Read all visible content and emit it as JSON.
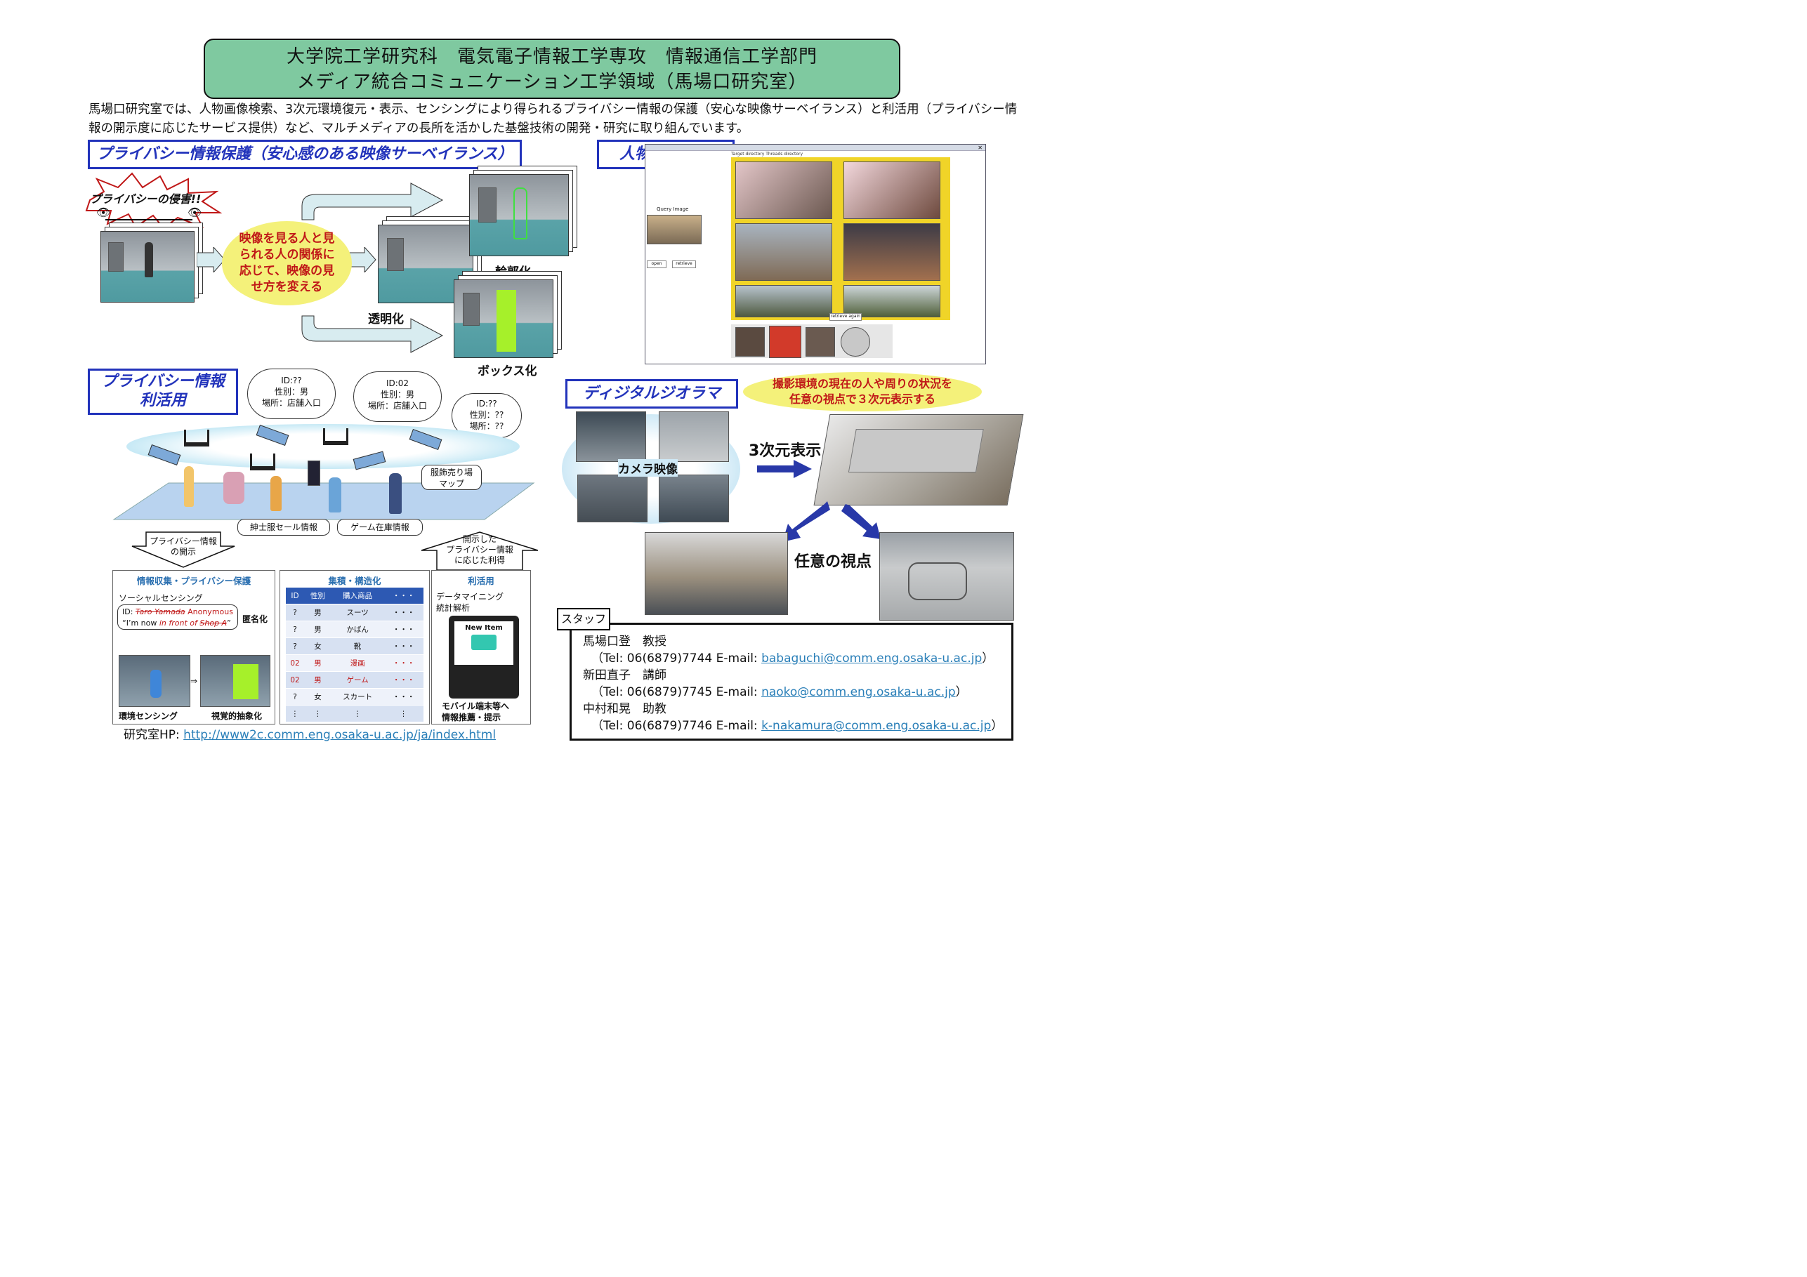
{
  "title": {
    "line1": "大学院工学研究科　電気電子情報工学専攻　情報通信工学部門",
    "line2": "メディア統合コミュニケーション工学領域（馬場口研究室）"
  },
  "intro": "馬場口研究室では、人物画像検索、3次元環境復元・表示、センシングにより得られるプライバシー情報の保護（安心な映像サーベイランス）と利活用（プライバシー情報の開示度に応じたサービス提供）など、マルチメディアの長所を活かした基盤技術の開発・研究に取り組んでいます。",
  "privacy_protection": {
    "heading": "プライバシー情報保護（安心感のある映像サーベイランス）",
    "burst": "プライバシーの侵害!!",
    "center_text": "映像を見る人と見られる人の関係に応じて、映像の見せ方を変える",
    "label_outline": "輪郭化",
    "label_transparent": "透明化",
    "label_box": "ボックス化"
  },
  "person_search": {
    "heading": "人物画像検索",
    "query_label": "Query Image",
    "open_btn": "open",
    "retrieve_btn": "retrieve",
    "retrieve_again_btn": "retrieve again",
    "menu": "Target directory  Threads  directory"
  },
  "privacy_use": {
    "heading_line1": "プライバシー情報",
    "heading_line2": "利活用",
    "cloud1": [
      "ID:??",
      "性別：男",
      "場所：店舗入口"
    ],
    "cloud2": [
      "ID:02",
      "性別：男",
      "場所：店舗入口"
    ],
    "cloud3": [
      "ID:??",
      "性別：??",
      "場所：??"
    ],
    "map_label": [
      "服飾売り場",
      "マップ"
    ],
    "sale_info": "紳士服セール情報",
    "game_info": "ゲーム在庫情報",
    "arrow_down_label": [
      "プライバシー情報",
      "の開示"
    ],
    "arrow_up_label": [
      "開示した",
      "プライバシー情報",
      "に応じた利得"
    ]
  },
  "panel_collect": {
    "title": "情報収集・プライバシー保護",
    "social": "ソーシャルセンシング",
    "id_line_prefix": "ID: ",
    "id_strike": "Taro Yamada",
    "id_replace": " Anonymous",
    "now_prefix": "“I’m now ",
    "now_italic": "in front of ",
    "now_strike": "Shop A",
    "now_suffix": "”",
    "anon_label": "匿名化",
    "arrow": "⇒",
    "env_sensing": "環境センシング",
    "visual_abs": "視覚的抽象化"
  },
  "panel_store": {
    "title": "集積・構造化",
    "columns": [
      "ID",
      "性別",
      "購入商品",
      "・・・"
    ],
    "rows": [
      [
        "?",
        "男",
        "スーツ",
        "・・・"
      ],
      [
        "?",
        "男",
        "かばん",
        "・・・"
      ],
      [
        "?",
        "女",
        "靴",
        "・・・"
      ],
      [
        "02",
        "男",
        "漫画",
        "・・・"
      ],
      [
        "02",
        "男",
        "ゲーム",
        "・・・"
      ],
      [
        "?",
        "女",
        "スカート",
        "・・・"
      ],
      [
        "⋮",
        "⋮",
        "⋮",
        "⋮"
      ]
    ]
  },
  "panel_use": {
    "title": "利活用",
    "line1": "データマイニング",
    "line2": "統計解析",
    "phone_text": "New Item",
    "bottom1": "モバイル端末等へ",
    "bottom2": "情報推薦・提示"
  },
  "diorama": {
    "heading": "ディジタルジオラマ",
    "bubble_line1": "撮影環境の現在の人や周りの状況を",
    "bubble_line2": "任意の視点で３次元表示する",
    "camera_label": "カメラ映像",
    "display_label": "3次元表示",
    "viewpoint_label": "任意の視点"
  },
  "lab_hp": {
    "prefix": "研究室HP: ",
    "url": "http://www2c.comm.eng.osaka-u.ac.jp/ja/index.html"
  },
  "staff": {
    "heading": "スタッフ",
    "members": [
      {
        "name": "馬場口登　教授",
        "tel": "（Tel: 06(6879)7744  E-mail: ",
        "email": "babaguchi@comm.eng.osaka-u.ac.jp",
        "close": "）"
      },
      {
        "name": "新田直子　講師",
        "tel": "（Tel: 06(6879)7745  E-mail: ",
        "email": "naoko@comm.eng.osaka-u.ac.jp",
        "close": "）"
      },
      {
        "name": "中村和晃　助教",
        "tel": "（Tel: 06(6879)7746  E-mail: ",
        "email": "k-nakamura@comm.eng.osaka-u.ac.jp",
        "close": "）"
      }
    ]
  },
  "colors": {
    "title_bg": "#7fc9a0",
    "heading_blue": "#2233bb",
    "bubble_yellow": "#f4f17a",
    "accent_red": "#c01818",
    "link": "#2a7fb8",
    "box_green": "#a6f02a"
  }
}
